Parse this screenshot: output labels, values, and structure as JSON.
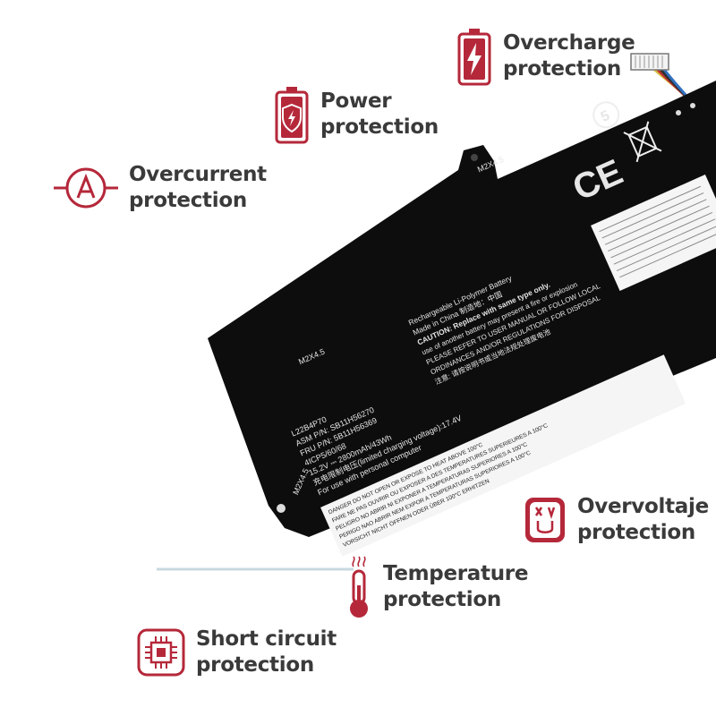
{
  "features": {
    "overcharge": "Overcharge\nprotection",
    "power": "Power\nprotection",
    "overcurrent": "Overcurrent\nprotection",
    "overvoltage": "Overvoltaje\nprotection",
    "temperature": "Temperature\nprotection",
    "short_circuit": "Short circuit\nprotection"
  },
  "battery": {
    "screw_labels": [
      "M2X4.5",
      "M2X4.5",
      "M2X4.5"
    ],
    "model": "L22B4P70",
    "asm_pn": "ASM P/N: SB11H56270",
    "fru_pn": "FRU P/N: 5B11H56369",
    "cells": "4ICP5/60/68",
    "rating": "15.2V ⎓ 2800mAh/43Wh",
    "charge_voltage": "充电限制电压(limited charging voltage):17.4V",
    "usage": "For use with personal computer",
    "info_line1": "Rechargeable Li-Polymer Battery",
    "info_line2": "Made in China 制造地：中国",
    "caution": "CAUTION: Replace with same type only.",
    "caution2": "use of another battery may present a fire or explosion",
    "caution3": "PLEASE REFER TO USER MANUAL OR FOLLOW LOCAL",
    "caution4": "ORDINANCES AND/OR REGULATIONS FOR DISPOSAL",
    "caution5": "注意: 请按说明书或当地法规处理废电池",
    "danger_lines": [
      "DANGER   DO NOT OPEN OR EXPOSE TO HEAT ABOVE 100°C",
      "FARE  NE PAS OUVRIR OU EXPOSER A DES TEMPERATURES SUPERIEURES A 100°C",
      "PELIGRO  NO ABRIR NI EXPONER A TEMPERATURAS SUPERIORES A 100°C",
      "PERIGO   NAO ABRIR NEM EXPOR A TEMPERATURAS SUPERIORES A 100°C",
      "VORSICHT  NICHT ÖFFNEN ODER ÜBER 100°C ERHITZEN"
    ],
    "recycle_mark": "5",
    "ce_mark": "CE"
  }
}
